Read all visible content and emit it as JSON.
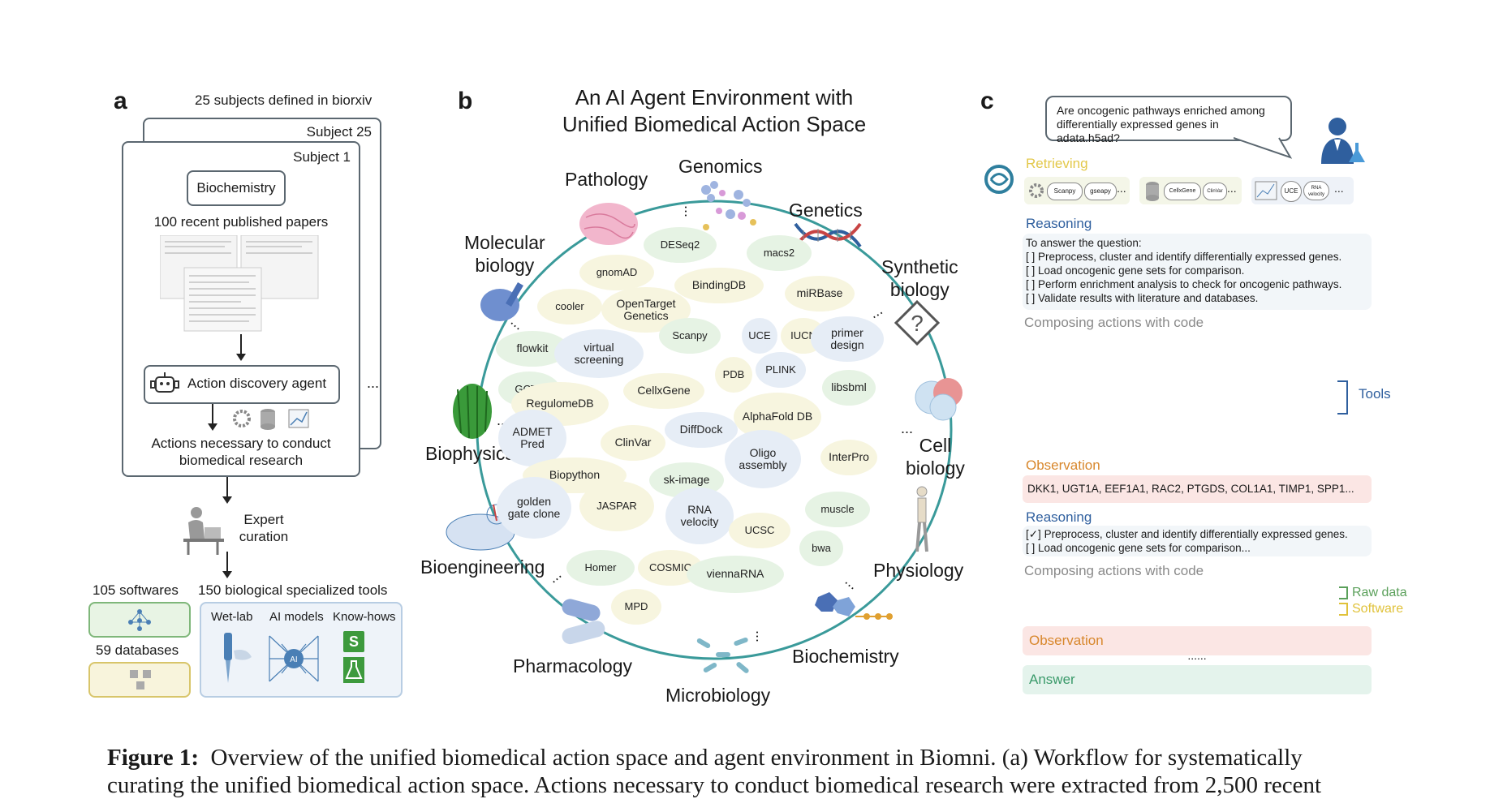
{
  "panel_a": {
    "letter": "a",
    "subjects_header": "25 subjects defined in biorxiv",
    "subject_back": "Subject 25",
    "subject_front": "Subject 1",
    "subject_name": "Biochemistry",
    "papers_label": "100 recent published papers",
    "agent_label": "Action discovery agent",
    "actions_label_1": "Actions necessary to conduct",
    "actions_label_2": "biomedical research",
    "expert_1": "Expert",
    "expert_2": "curation",
    "softwares": "105 softwares",
    "databases": "59 databases",
    "tools_title": "150 biological specialized tools",
    "wetlab": "Wet-lab",
    "ai_models": "AI models",
    "knowhows": "Know-hows",
    "ai_chip": "AI",
    "s_badge": "S",
    "ellipsis": "..."
  },
  "panel_b": {
    "letter": "b",
    "title_1": "An AI Agent Environment with",
    "title_2": "Unified Biomedical Action Space",
    "domains": {
      "pathology": "Pathology",
      "genomics": "Genomics",
      "genetics": "Genetics",
      "molecular_1": "Molecular",
      "molecular_2": "biology",
      "synthetic_1": "Synthetic",
      "synthetic_2": "biology",
      "biophysics": "Biophysics",
      "cell_1": "Cell",
      "cell_2": "biology",
      "bioengineering": "Bioengineering",
      "physiology": "Physiology",
      "pharmacology": "Pharmacology",
      "biochemistry": "Biochemistry",
      "microbiology": "Microbiology"
    },
    "tools": [
      {
        "name": "DESeq2",
        "color": "g"
      },
      {
        "name": "macs2",
        "color": "g"
      },
      {
        "name": "gnomAD",
        "color": "y"
      },
      {
        "name": "BindingDB",
        "color": "y"
      },
      {
        "name": "miRBase",
        "color": "y"
      },
      {
        "name": "cooler",
        "color": "y"
      },
      {
        "name": "OpenTarget Genetics",
        "color": "y"
      },
      {
        "name": "Scanpy",
        "color": "g"
      },
      {
        "name": "UCE",
        "color": "b"
      },
      {
        "name": "IUCN",
        "color": "y"
      },
      {
        "name": "primer design",
        "color": "b"
      },
      {
        "name": "flowkit",
        "color": "g"
      },
      {
        "name": "virtual screening",
        "color": "b"
      },
      {
        "name": "PDB",
        "color": "y"
      },
      {
        "name": "PLINK",
        "color": "b"
      },
      {
        "name": "GCTA",
        "color": "g"
      },
      {
        "name": "RegulomeDB",
        "color": "y"
      },
      {
        "name": "CellxGene",
        "color": "y"
      },
      {
        "name": "libsbml",
        "color": "g"
      },
      {
        "name": "AlphaFold DB",
        "color": "y"
      },
      {
        "name": "DiffDock",
        "color": "b"
      },
      {
        "name": "ADMET Pred",
        "color": "b"
      },
      {
        "name": "ClinVar",
        "color": "y"
      },
      {
        "name": "InterPro",
        "color": "y"
      },
      {
        "name": "Biopython",
        "color": "y"
      },
      {
        "name": "sk-image",
        "color": "g"
      },
      {
        "name": "Oligo assembly",
        "color": "b"
      },
      {
        "name": "golden gate clone",
        "color": "b"
      },
      {
        "name": "JASPAR",
        "color": "y"
      },
      {
        "name": "RNA velocity",
        "color": "b"
      },
      {
        "name": "muscle",
        "color": "g"
      },
      {
        "name": "UCSC",
        "color": "y"
      },
      {
        "name": "bwa",
        "color": "g"
      },
      {
        "name": "Homer",
        "color": "g"
      },
      {
        "name": "COSMIC",
        "color": "y"
      },
      {
        "name": "viennaRNA",
        "color": "g"
      },
      {
        "name": "MPD",
        "color": "y"
      }
    ]
  },
  "panel_c": {
    "letter": "c",
    "question": "Are oncogenic pathways enriched among differentially expressed genes in adata.h5ad?",
    "retrieving": "Retrieving",
    "chip_scanpy": "Scanpy",
    "chip_gseapy": "gseapy",
    "chip_cellxgene": "CellxGene",
    "chip_clinvar": "ClinVar",
    "chip_uce": "UCE",
    "chip_rna": "RNA velocity",
    "reasoning": "Reasoning",
    "plan_intro": "To answer the question:",
    "plan": [
      "[  ] Preprocess, cluster and identify differentially expressed genes.",
      "[  ] Load oncogenic gene sets for comparison.",
      "[  ] Perform enrichment analysis to check for oncogenic pathways.",
      "[  ] Validate results with literature and databases."
    ],
    "composing": "Composing actions with code",
    "tools_label": "Tools",
    "observation": "Observation",
    "genes": "DKK1, UGT1A, EEF1A1, RAC2, PTGDS, COL1A1, TIMP1, SPP1...",
    "plan2": [
      "[✓] Preprocess, cluster and identify differentially expressed genes.",
      "[  ] Load oncogenic gene sets for comparison..."
    ],
    "raw_data": "Raw data",
    "software": "Software",
    "dots": "......",
    "answer": "Answer",
    "colors": {
      "retrieving": "#e3c84a",
      "reasoning": "#2f5f9e",
      "observation": "#d8872c",
      "answer": "#3a9a6a",
      "raw": "#5aa05a",
      "software": "#e0c23a"
    }
  },
  "caption": {
    "line1_bold": "Figure 1:",
    "line1": "Overview of the unified biomedical action space and agent environment in Biomni. (a) Workflow for systematically",
    "line2": "curating the unified biomedical action space. Actions necessary to conduct biomedical research were extracted from 2,500 recent"
  }
}
